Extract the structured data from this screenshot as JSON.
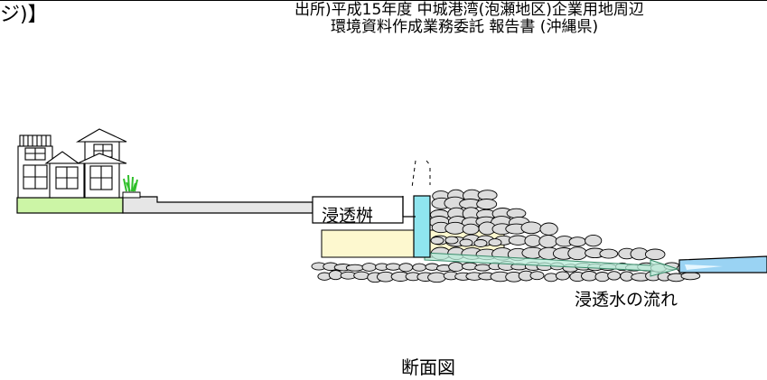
{
  "header": {
    "heading_fragment": "ジ)】",
    "source_line1": "出所)平成15年度 中城港湾(泡瀬地区)企業用地周辺",
    "source_line2": "環境資料作成業務委託 報告書 (沖縄県)"
  },
  "diagram": {
    "label_basin": "浸透桝",
    "label_flow": "浸透水の流れ",
    "caption": "断面図"
  },
  "colors": {
    "ground": "#ccf5a6",
    "pavement": "#e6e6e6",
    "soil": "#fdf8cf",
    "basin_pipe": "#8fe5ef",
    "flow_arrow": "#b8ecd8",
    "water": "#9ad3f3",
    "stone_fill": "#dcdcdc",
    "house_fill": "#ffffff",
    "plant": "#2fbf2a"
  },
  "icons": {
    "buildings": "house-icon",
    "vegetation": "plant-icon"
  }
}
